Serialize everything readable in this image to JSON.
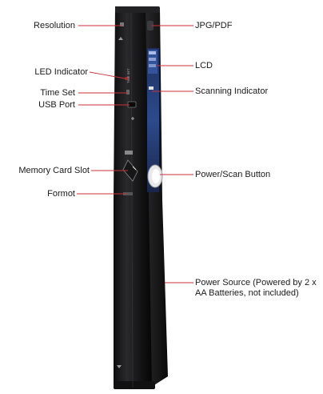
{
  "labels": {
    "resolution": "Resolution",
    "led_indicator": "LED Indicator",
    "time_set": "Time Set",
    "usb_port": "USB Port",
    "memory_card_slot": "Memory Card Slot",
    "format": "Formot",
    "jpg_pdf": "JPG/PDF",
    "lcd": "LCD",
    "scanning_indicator": "Scanning Indicator",
    "power_scan_button": "Power/Scan Button",
    "power_source": "Power Source (Powered by 2 x AA Batteries, not included)"
  },
  "device_markings": {
    "time_set_mark": "TIME SET"
  },
  "colors": {
    "leader_line": "#c8323a",
    "body": "#1b1b1d",
    "lcd_blue": "#2c4a8c"
  }
}
